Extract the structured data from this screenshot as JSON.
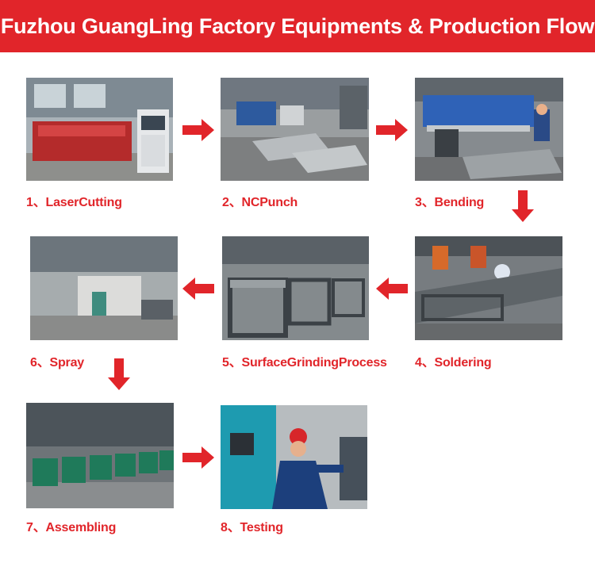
{
  "header": {
    "title": "Fuzhou GuangLing Factory Equipments & Production Flow"
  },
  "steps": [
    {
      "label": "1、LaserCutting"
    },
    {
      "label": "2、NCPunch"
    },
    {
      "label": "3、Bending"
    },
    {
      "label": "4、Soldering"
    },
    {
      "label": "5、SurfaceGrindingProcess"
    },
    {
      "label": "6、Spray"
    },
    {
      "label": "7、Assembling"
    },
    {
      "label": "8、Testing"
    }
  ],
  "colors": {
    "accent": "#e1252a",
    "banner_text": "#ffffff"
  },
  "icons": [
    "arrow-right-icon",
    "arrow-down-icon",
    "arrow-left-icon"
  ]
}
